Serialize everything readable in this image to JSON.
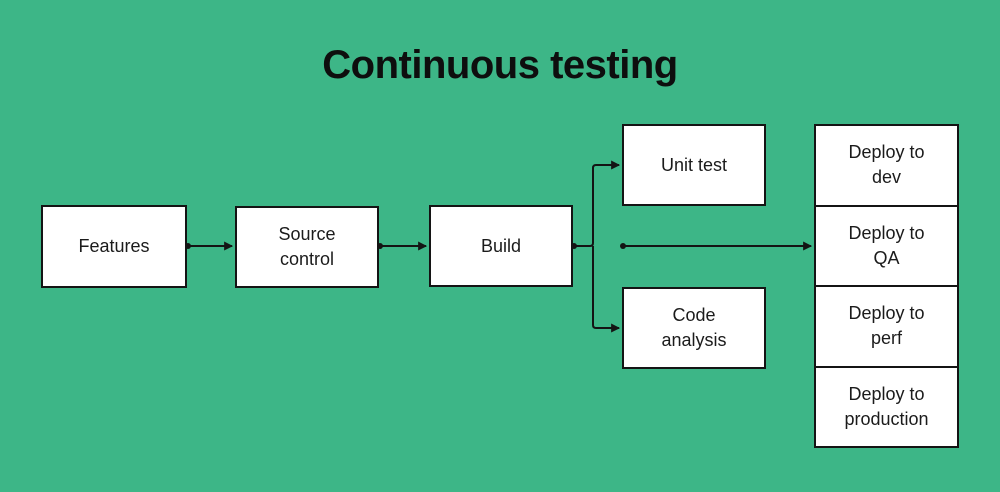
{
  "title": "Continuous testing",
  "colors": {
    "background": "#3db687",
    "node_fill": "#ffffff",
    "node_border": "#141414",
    "connector": "#141414",
    "title_color": "#0e0e0e",
    "label_color": "#1b1b1b"
  },
  "diagram": {
    "nodes": {
      "features": {
        "label": "Features"
      },
      "source_control": {
        "label": "Source\ncontrol"
      },
      "build": {
        "label": "Build"
      },
      "unit_test": {
        "label": "Unit test"
      },
      "code_analysis": {
        "label": "Code\nanalysis"
      },
      "deploy_dev": {
        "label": "Deploy to\ndev"
      },
      "deploy_qa": {
        "label": "Deploy to\nQA"
      },
      "deploy_perf": {
        "label": "Deploy to\nperf"
      },
      "deploy_production": {
        "label": "Deploy to\nproduction"
      }
    },
    "edges": [
      {
        "from": "features",
        "to": "source_control"
      },
      {
        "from": "source_control",
        "to": "build"
      },
      {
        "from": "build",
        "to": "unit_test"
      },
      {
        "from": "build",
        "to": "code_analysis"
      },
      {
        "from": "build",
        "to": "deploy_qa"
      }
    ]
  }
}
